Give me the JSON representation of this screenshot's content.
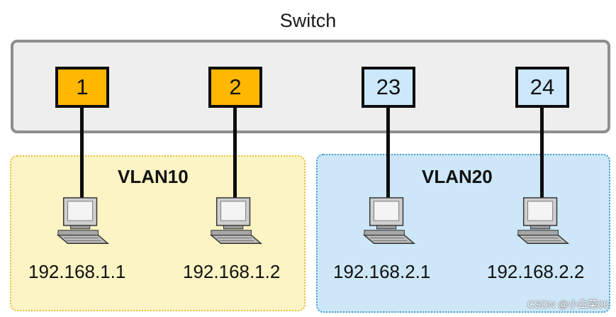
{
  "switch": {
    "title": "Switch",
    "ports": [
      {
        "number": "1",
        "color": "#ffb700",
        "vlan": "VLAN10"
      },
      {
        "number": "2",
        "color": "#ffb700",
        "vlan": "VLAN10"
      },
      {
        "number": "23",
        "color": "#cde8fb",
        "vlan": "VLAN20"
      },
      {
        "number": "24",
        "color": "#cde8fb",
        "vlan": "VLAN20"
      }
    ]
  },
  "vlans": [
    {
      "label": "VLAN10",
      "fill": "#fcf4c4",
      "border": "#e6c247"
    },
    {
      "label": "VLAN20",
      "fill": "#cde7f8",
      "border": "#48a2cf"
    }
  ],
  "hosts": [
    {
      "icon": "computer-icon",
      "ip": "192.168.1.1"
    },
    {
      "icon": "computer-icon",
      "ip": "192.168.1.2"
    },
    {
      "icon": "computer-icon",
      "ip": "192.168.2.1"
    },
    {
      "icon": "computer-icon",
      "ip": "192.168.2.2"
    }
  ],
  "watermark": "CSDN @小白菜00"
}
